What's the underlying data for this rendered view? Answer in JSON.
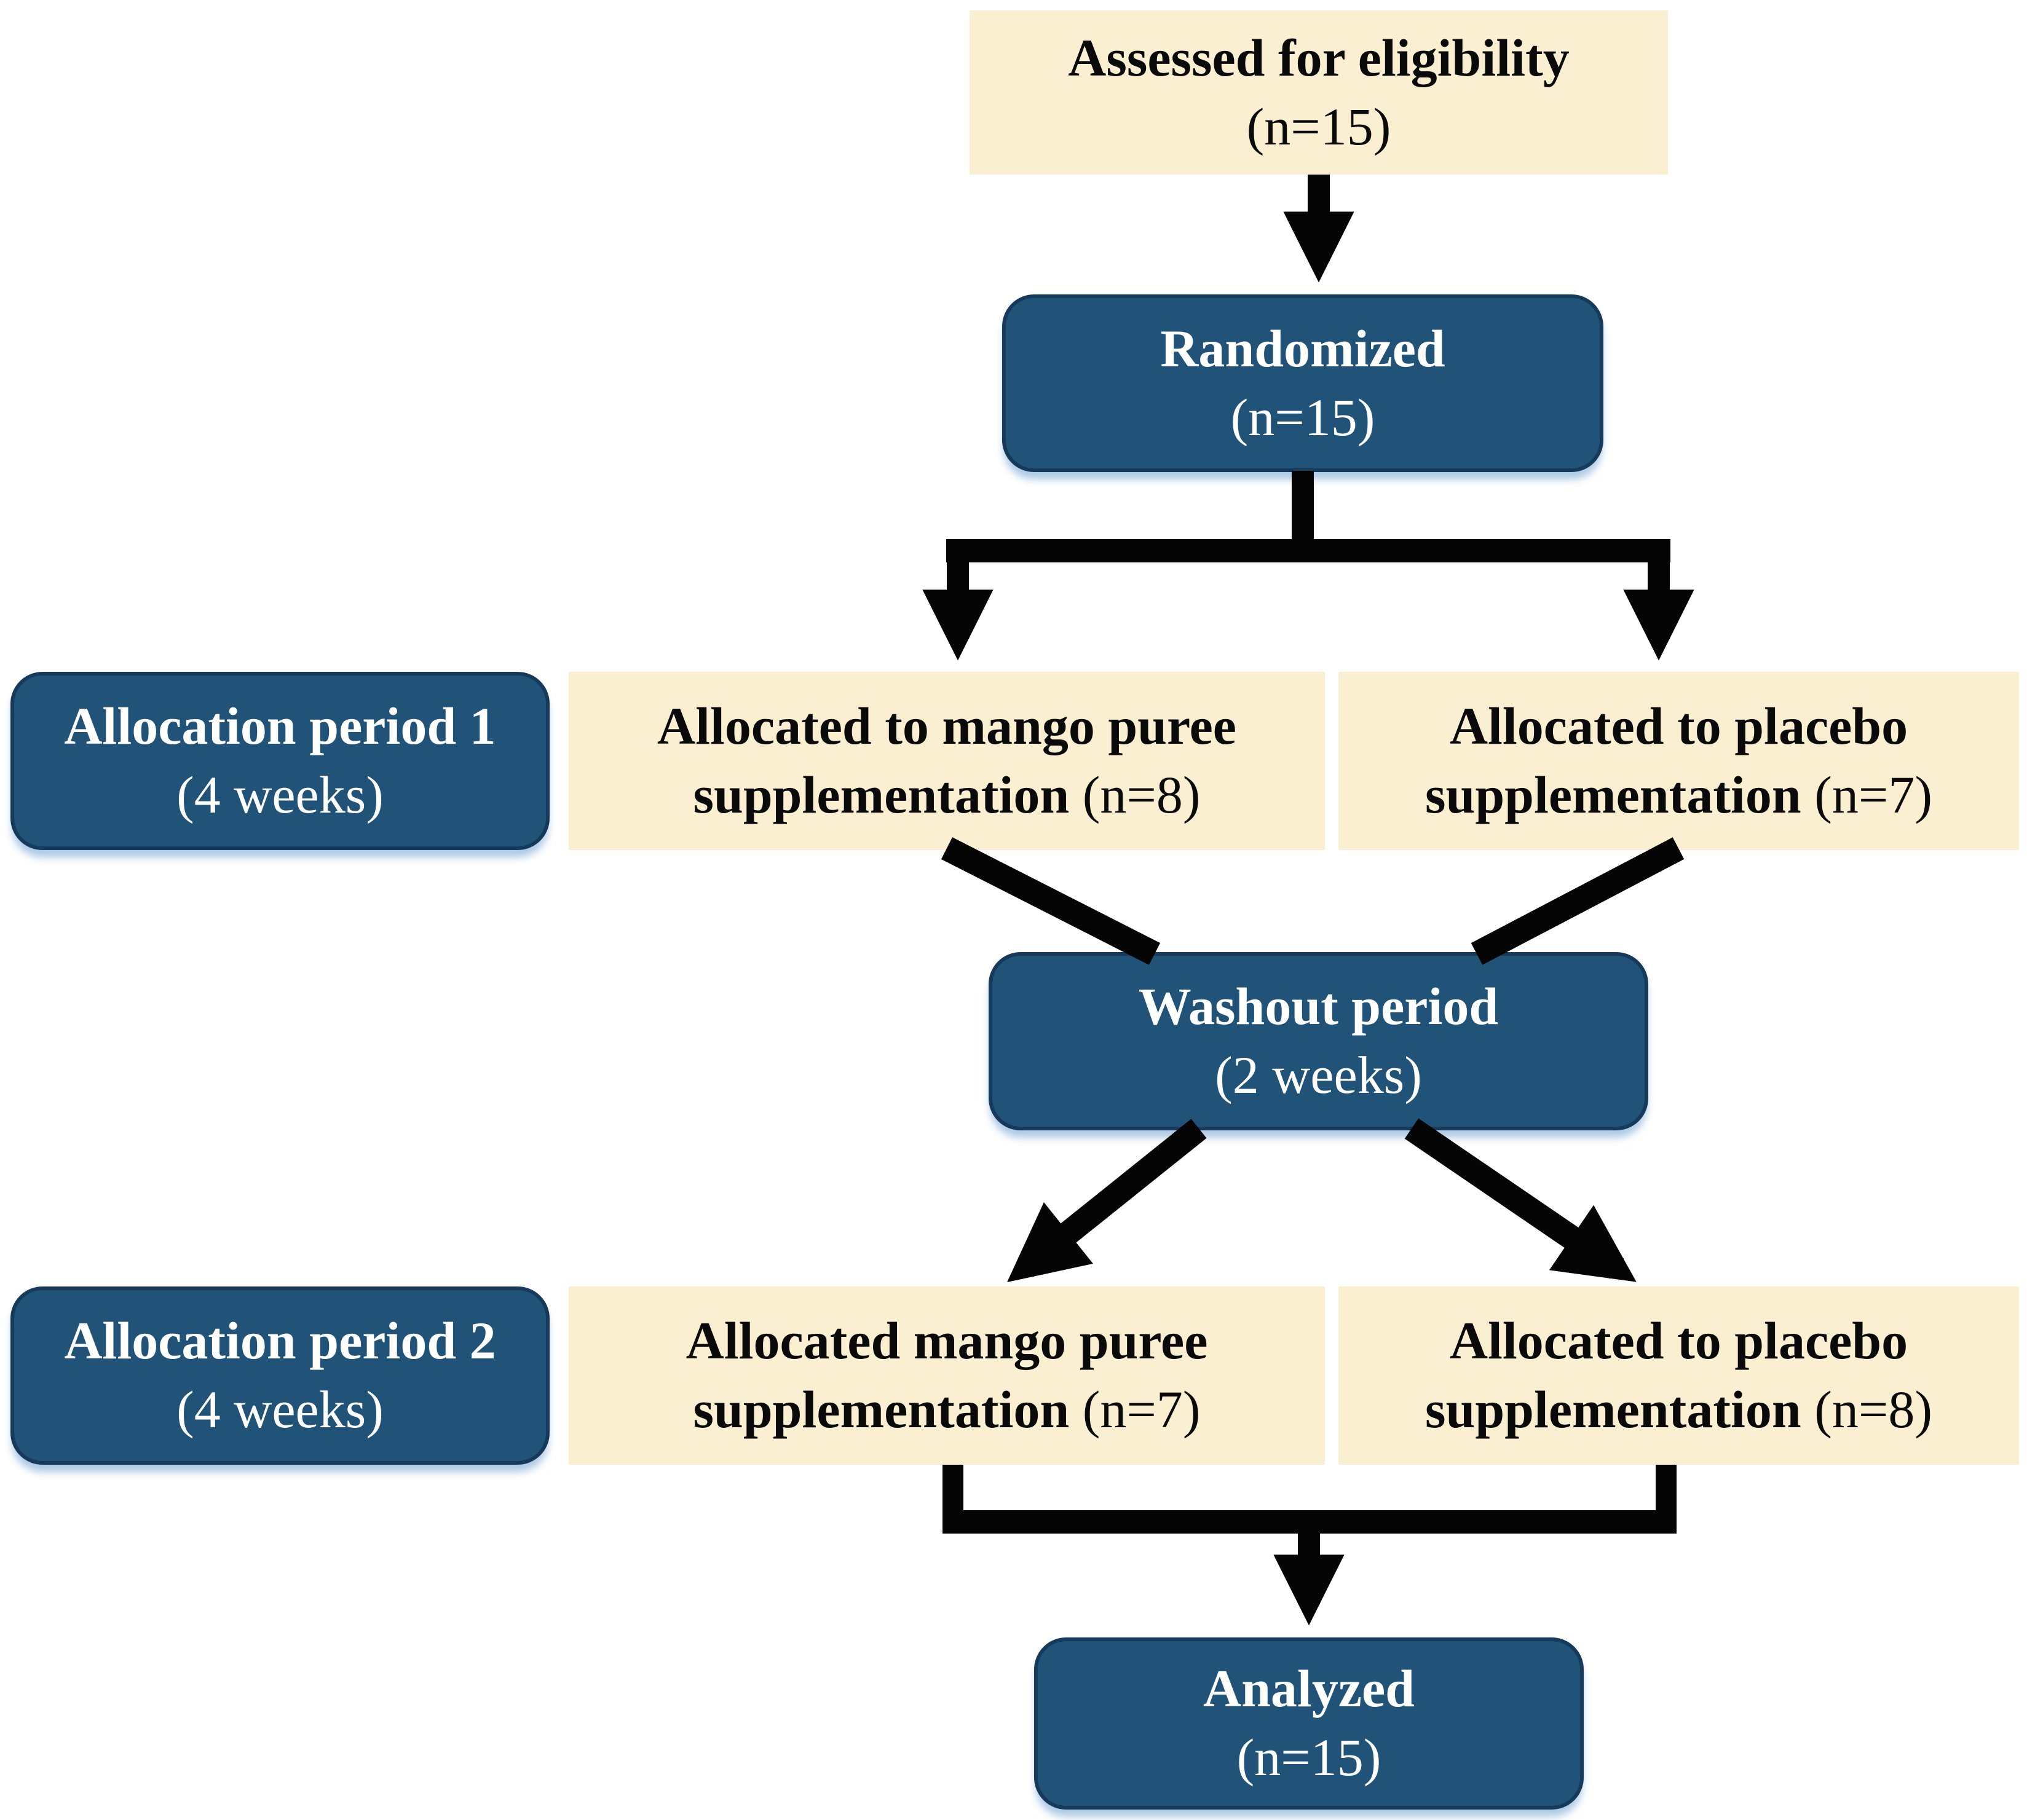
{
  "figure": {
    "kind": "clinical-trial-flow-diagram",
    "background": "#ffffff"
  },
  "colors": {
    "primary_box_fill": "#215379",
    "primary_box_border": "#163a5c",
    "primary_box_text": "#ffffff",
    "highlight_box_fill": "#fbefd2",
    "highlight_box_text": "#0a0a0a",
    "connector": "#050505"
  },
  "nodes": {
    "eligibility": {
      "main": "Assessed for eligibility",
      "sub": "(n=15)"
    },
    "randomized": {
      "main": "Randomized",
      "sub": "(n=15)"
    },
    "period1": {
      "main": "Allocation period 1",
      "sub": "(4 weeks)"
    },
    "mango1": {
      "main": "Allocated to mango puree supplementation",
      "sub": "(n=8)"
    },
    "placebo1": {
      "main": "Allocated to placebo supplementation",
      "sub": "(n=7)"
    },
    "washout": {
      "main": "Washout period",
      "sub": "(2 weeks)"
    },
    "period2": {
      "main": "Allocation period 2",
      "sub": "(4 weeks)"
    },
    "mango2": {
      "main": "Allocated mango puree supplementation",
      "sub": "(n=7)"
    },
    "placebo2": {
      "main": "Allocated to placebo supplementation",
      "sub": "(n=8)"
    },
    "analyzed": {
      "main": "Analyzed",
      "sub": "(n=15)"
    }
  },
  "edges": [
    {
      "from": "eligibility",
      "to": "randomized",
      "style": "arrow"
    },
    {
      "from": "randomized",
      "to": "mango1",
      "style": "arrow"
    },
    {
      "from": "randomized",
      "to": "placebo1",
      "style": "arrow"
    },
    {
      "from": "mango1",
      "to": "washout",
      "style": "line"
    },
    {
      "from": "placebo1",
      "to": "washout",
      "style": "line"
    },
    {
      "from": "washout",
      "to": "mango2",
      "style": "arrow"
    },
    {
      "from": "washout",
      "to": "placebo2",
      "style": "arrow"
    },
    {
      "from": "mango2",
      "to": "analyzed",
      "style": "arrow"
    },
    {
      "from": "placebo2",
      "to": "analyzed",
      "style": "arrow"
    }
  ]
}
